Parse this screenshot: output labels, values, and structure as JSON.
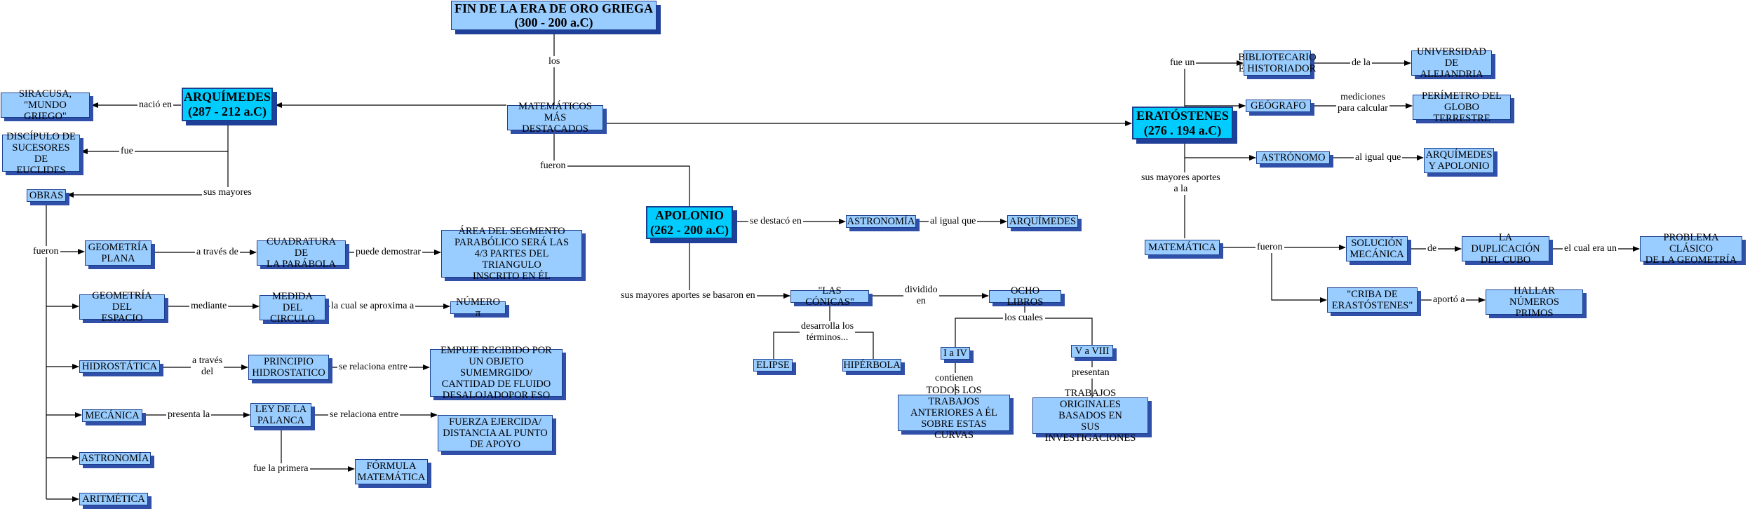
{
  "nodes": {
    "title": "FIN DE LA ERA DE ORO GRIEGA\n(300 - 200 a.C)",
    "matematicos": "MATEMÁTICOS\nMÁS DESTACADOS",
    "arquimedes": "ARQUÍMEDES\n(287 - 212 a.C)",
    "siracusa": "SIRACUSA,\n\"MUNDO GRIEGO\"",
    "discipulo": "DISCÍPULO DE\nSUCESORES DE\nEUCLIDES",
    "obras": "OBRAS",
    "geom_plana": "GEOMETRÍA\nPLANA",
    "cuadratura": "CUADRATURA DE\nLA PARÁBOLA",
    "area_segmento": "ÁREA DEL SEGMENTO\nPARABÓLICO SERÁ LAS\n4/3 PARTES DEL TRIANGULO\nINSCRITO EN ÉL",
    "geom_espacio": "GEOMETRÍA DEL\nESPACIO",
    "medida_circulo": "MEDIDA DEL\nCIRCULO",
    "numero_pi": "NÚMERO π",
    "hidrostatica": "HIDROSTÁTICA",
    "principio_hidro": "PRINCIPIO\nHIDROSTATICO",
    "empuje": "EMPUJE RECIBIDO POR\nUN OBJETO SUMEMRGIDO/\nCANTIDAD DE FLUIDO\nDESALOJADOPOR ESO",
    "mecanica": "MECÁNICA",
    "ley_palanca": "LEY DE LA\nPALANCA",
    "fuerza": "FUERZA EJERCIDA/\nDISTANCIA AL PUNTO\nDE APOYO",
    "formula": "FÓRMULA\nMATEMÁTICA",
    "astronomia_a": "ASTRONOMÍA",
    "aritmetica": "ARITMÉTICA",
    "apolonio": "APOLONIO\n(262 - 200 a.C)",
    "astronomia_ap": "ASTRONOMÍA",
    "arquimedes_small": "ARQUÍMEDES",
    "conicas": "\"LAS CÓNICAS\"",
    "ocho_libros": "OCHO LIBROS",
    "elipse": "ELIPSE",
    "hiperbola": "HIPÉRBOLA",
    "i_a_iv": "I a IV",
    "v_a_viii": "V a VIII",
    "todos_trabajos": "TODOS LOS TRABAJOS\nANTERIORES A ÉL\nSOBRE ESTAS CURVAS",
    "trabajos_originales": "TRABAJOS ORIGINALES\nBASADOS EN\nSUS INVESTIGACIONES",
    "eratostenes": "ERATÓSTENES\n(276 . 194 a.C)",
    "bibliotecario": "BIBLIOTECARIO\nE HISTORIADOR",
    "universidad": "UNIVERSIDAD\nDE ALEJANDRIA",
    "geografo": "GEÓGRAFO",
    "perimetro": "PERÍMETRO DEL\nGLOBO TERRESTRE",
    "astronomo": "ASTRÓNOMO",
    "arq_apolonio": "ARQUÍMEDES\nY APOLONIO",
    "matematica": "MATEMÁTICA",
    "solucion": "SOLUCIÓN\nMECÁNICA",
    "duplicacion": "LA DUPLICACIÓN\nDEL CUBO",
    "problema_clasico": "PROBLEMA CLÁSICO\nDE LA GEOMETRÍA",
    "criba": "\"CRIBA DE\nERASTÓSTENES\"",
    "primos": "HALLAR NÚMEROS\nPRIMOS"
  },
  "labels": {
    "los": "los",
    "nacio_en": "nació en",
    "fue": "fue",
    "sus_mayores": "sus mayores",
    "fueron_arq": "fueron",
    "a_traves_de": "a través de",
    "puede_demostrar": "puede demostrar",
    "mediante": "mediante",
    "la_cual_aproxima": "la cual se aproxima a",
    "a_traves_del": "a través\ndel",
    "se_relaciona_1": "se relaciona entre",
    "presenta_la": "presenta la",
    "se_relaciona_2": "se relaciona entre",
    "fue_la_primera": "fue la primera",
    "fueron_mat": "fueron",
    "se_destaco_en": "se destacó en",
    "al_igual_que_ap": "al igual que",
    "sus_mayores_aportes": "sus mayores aportes se basaron en",
    "dividido_en": "dividido\nen",
    "desarrolla": "desarrolla los\ntérminos...",
    "los_cuales": "los cuales",
    "contienen": "contienen",
    "presentan": "presentan",
    "fue_un": "fue un",
    "de_la": "de la",
    "mediciones": "mediciones\npara calcular",
    "al_igual_que_er": "al igual que",
    "sus_mayores_aportes_er": "sus mayores aportes\na la",
    "fueron_er": "fueron",
    "de": "de",
    "el_cual_era_un": "el cual era un",
    "aporto_a": "aportó a"
  },
  "colors": {
    "main_node": "#00ccff",
    "node": "#99ccff",
    "border": "#1a3f8f",
    "shadow": "#2f4fa8",
    "line": "#000000"
  }
}
